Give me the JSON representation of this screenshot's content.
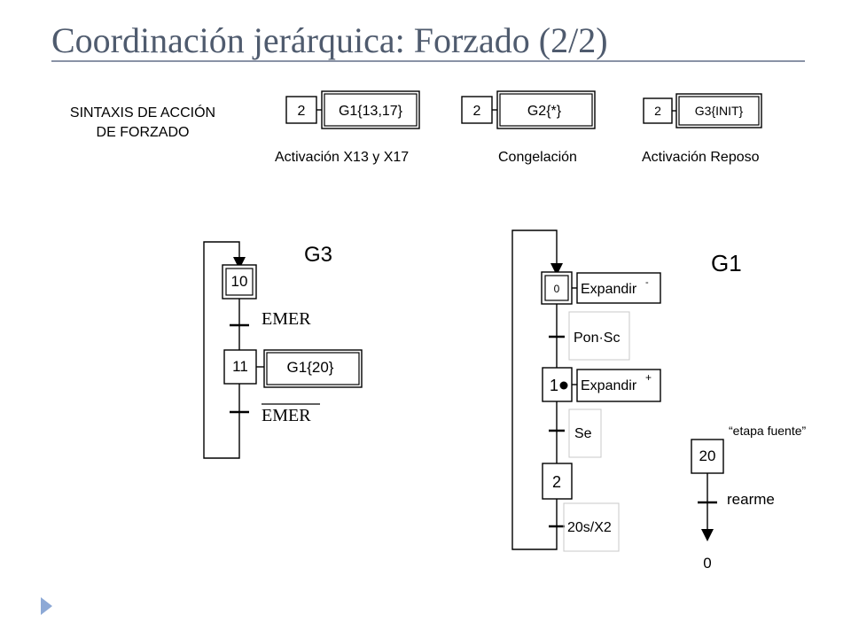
{
  "title": "Coordinación jerárquica: Forzado (2/2)",
  "syntax": {
    "line1": "SINTAXIS DE ACCIÓN",
    "line2": "DE FORZADO"
  },
  "examples": [
    {
      "step": "2",
      "action": "G1{13,17}",
      "caption": "Activación X13 y X17"
    },
    {
      "step": "2",
      "action": "G2{*}",
      "caption": "Congelación"
    },
    {
      "step": "2",
      "action": "G3{INIT}",
      "caption": "Activación Reposo"
    }
  ],
  "g3": {
    "label": "G3",
    "step_initial": "10",
    "transition1": "EMER",
    "step2": "11",
    "action2": "G1{20}",
    "transition2": "EMER"
  },
  "g1": {
    "label": "G1",
    "step0": "0",
    "action0": "Expandir",
    "action0_sup": "-",
    "transition0": "Pon·Sc",
    "step1": "1",
    "action1": "Expandir",
    "action1_sup": "+",
    "transition1": "Se",
    "step2": "2",
    "transition2": "20s/X2"
  },
  "source": {
    "note": "“etapa fuente”",
    "step": "20",
    "transition": "rearme",
    "target": "0"
  },
  "colors": {
    "title": "#4f5b6e",
    "rule": "#8a93a6",
    "bullet": "#8da9d6",
    "dashed": "#c8c8c8"
  }
}
